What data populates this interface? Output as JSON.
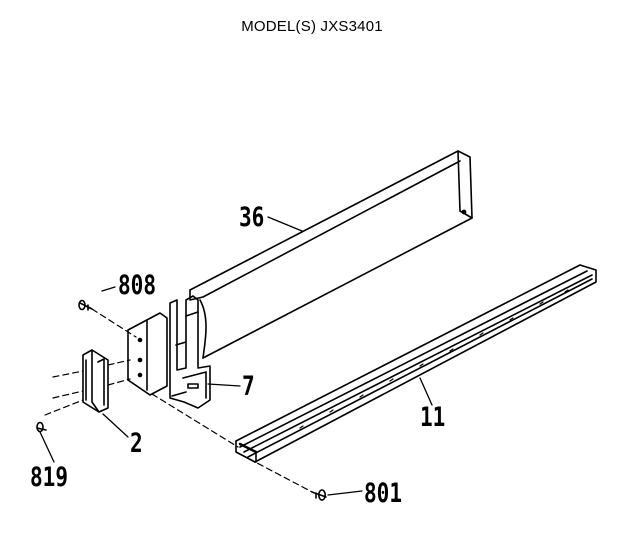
{
  "page": {
    "title": "MODEL(S) JXS3401"
  },
  "callouts": {
    "part_36": "36",
    "part_808": "808",
    "part_7": "7",
    "part_11": "11",
    "part_2": "2",
    "part_819": "819",
    "part_801": "801"
  },
  "colors": {
    "ink": "#000000",
    "paper": "#ffffff"
  }
}
